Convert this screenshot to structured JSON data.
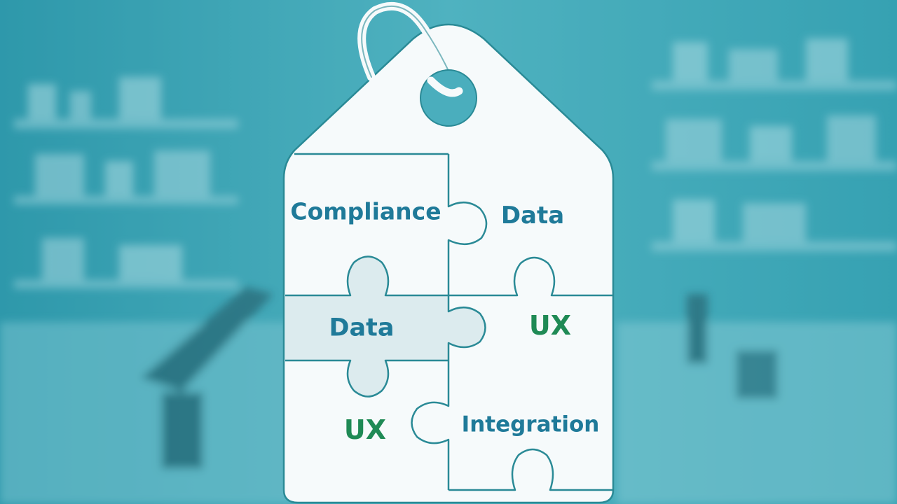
{
  "tag": {
    "pieces": [
      {
        "id": "top-left",
        "label": "Compliance",
        "color": "#1f7a99"
      },
      {
        "id": "top-right",
        "label": "Data",
        "color": "#1f7a99"
      },
      {
        "id": "middle-left",
        "label": "Data",
        "color": "#1f7a99"
      },
      {
        "id": "middle-right",
        "label": "UX",
        "color": "#1f8a55"
      },
      {
        "id": "bottom-left",
        "label": "UX",
        "color": "#1f8a55"
      },
      {
        "id": "bottom-right",
        "label": "Integration",
        "color": "#1f7a99"
      }
    ]
  },
  "colors": {
    "background": "#3fa6b6",
    "tag_fill": "#f6fafb",
    "tag_outline": "#2a8a96",
    "highlight_piece": "#dcebee"
  }
}
